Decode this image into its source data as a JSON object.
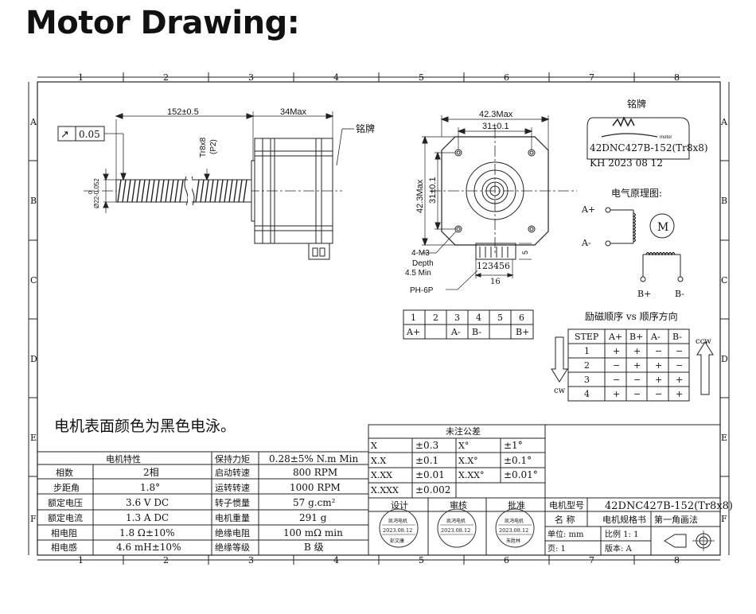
{
  "title": "Motor Drawing:",
  "frame": {
    "columns": [
      "1",
      "2",
      "3",
      "4",
      "5",
      "6",
      "7",
      "8"
    ],
    "rows": [
      "A",
      "B",
      "C",
      "D",
      "E",
      "F"
    ]
  },
  "side_view": {
    "length_dim": "152±0.5",
    "body_dim": "34Max",
    "tolerance_sym": "↗",
    "tolerance_val": "0.05",
    "thread_label": "Tr8x8",
    "thread_pitch": "(P2)",
    "dia_label": "Ø22-0.052",
    "dia_upper": "0",
    "nameplate_callout": "铭牌"
  },
  "front_view": {
    "width_max": "42.3Max",
    "hole_spacing": "31±0.1",
    "height_max": "42.3Max",
    "v_hole_spacing": "31±0.1",
    "screw": "4-M3",
    "depth": "Depth",
    "depth_min": "4.5 Min",
    "connector": "PH-6P",
    "pins": "123456",
    "pin_pitch": "16",
    "pin_side": "5"
  },
  "pin_table": {
    "header": [
      "1",
      "2",
      "3",
      "4",
      "5",
      "6"
    ],
    "row": [
      "A+",
      "",
      "A-",
      "B-",
      "",
      "B+"
    ]
  },
  "nameplate": {
    "heading": "铭牌",
    "logo_text": "motor",
    "model": "42DNC427B-152(Tr8x8)",
    "date": "KH 2023 08 12"
  },
  "schematic": {
    "heading": "电气原理图:",
    "a_plus": "A+",
    "a_minus": "A-",
    "b_plus": "B+",
    "b_minus": "B-",
    "motor": "M"
  },
  "excitation": {
    "heading": "励磁顺序 vs 顺序方向",
    "cw": "cw",
    "ccw": "ccw",
    "columns": [
      "STEP",
      "A+",
      "B+",
      "A-",
      "B-"
    ],
    "rows": [
      [
        "1",
        "+",
        "+",
        "−",
        "−"
      ],
      [
        "2",
        "−",
        "+",
        "+",
        "−"
      ],
      [
        "3",
        "−",
        "−",
        "+",
        "+"
      ],
      [
        "4",
        "+",
        "−",
        "−",
        "+"
      ]
    ]
  },
  "surface_note": "电机表面颜色为黑色电泳。",
  "spec_table": {
    "heading": "电机特性",
    "rows": [
      [
        "相数",
        "2相",
        "保持力矩",
        "0.28±5% N.m Min"
      ],
      [
        "步距角",
        "1.8°",
        "启动转速",
        "800 RPM"
      ],
      [
        "额定电压",
        "3.6 V DC",
        "运转转速",
        "1000 RPM"
      ],
      [
        "额定电流",
        "1.3 A DC",
        "转子惯量",
        "57 g.cm²"
      ],
      [
        "相电阻",
        "1.8 Ω±10%",
        "电机重量",
        "291 g"
      ],
      [
        "相电感",
        "4.6 mH±10%",
        "绝缘电阻",
        "100 mΩ min"
      ],
      [
        "",
        "",
        "绝缘等级",
        "B 级"
      ]
    ]
  },
  "tolerance_table": {
    "heading": "未注公差",
    "rows": [
      [
        "X",
        "±0.3",
        "X°",
        "±1°"
      ],
      [
        "X.X",
        "±0.1",
        "X.X°",
        "±0.1°"
      ],
      [
        "X.XX",
        "±0.01",
        "X.XX°",
        "±0.01°"
      ],
      [
        "X.XXX",
        "±0.002",
        "",
        ""
      ]
    ]
  },
  "approval": {
    "labels": [
      "设计",
      "审核",
      "批准"
    ],
    "stamps": [
      {
        "company": "凯鸿电机",
        "date": "2023.08.12",
        "name": "彭文康"
      },
      {
        "company": "凯鸿电机",
        "date": "2023.08.12",
        "name": ""
      },
      {
        "company": "凯鸿电机",
        "date": "2023.08.12",
        "name": "朱胜林"
      }
    ]
  },
  "title_block": {
    "model_label": "电机型号",
    "model_value": "42DNC427B-152(Tr8x8)",
    "name_label": "名 称",
    "name_value": "电机规格书",
    "projection": "第一角画法",
    "unit": "单位: mm",
    "scale": "比例 1: 1",
    "page": "页: 1",
    "version": "版本: A"
  },
  "colors": {
    "line": "#222222",
    "dim": "#333333",
    "stamp": "#333333"
  }
}
